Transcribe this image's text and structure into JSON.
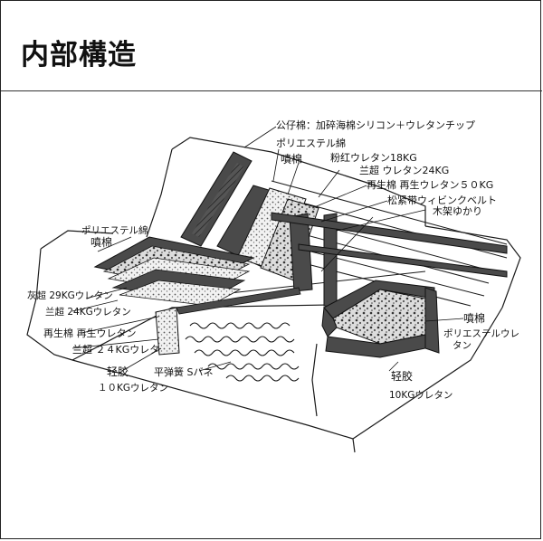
{
  "header": {
    "title": "内部構造"
  },
  "labels": {
    "top1": "公仔棉：加碎海棉シリコン＋ウレタンチップ",
    "top2a": "ポリエステル綿",
    "top2b": "噴棉",
    "top3": "粉红ウレタン18KG",
    "top4": "兰超 ウレタン24KG",
    "top5": "再生棉 再生ウレタン５０KG",
    "top6": "松紧带ウィビンクベルト",
    "top7": "木架ゆかり",
    "left1a": "ポリエステル綿",
    "left1b": "噴棉",
    "left2": "灰超 29KGウレタン",
    "left3": "兰超 24KGウレタン",
    "left4": "再生棉 再生ウレタン",
    "left5": "兰超 ２４KGウレタ",
    "left6a": "轻胶",
    "left6b": "１０KGウレタン",
    "spring": "平弹簧 Sバネ",
    "right1a": "噴棉",
    "right1b": "ポリエステルウレ",
    "right1c": "タン",
    "right2a": "轻胶",
    "right2b": "10KGウレタン"
  },
  "colors": {
    "dark_fill": "#4a4a4a",
    "line": "#1a1a1a",
    "foam": "#e8e8e8"
  }
}
